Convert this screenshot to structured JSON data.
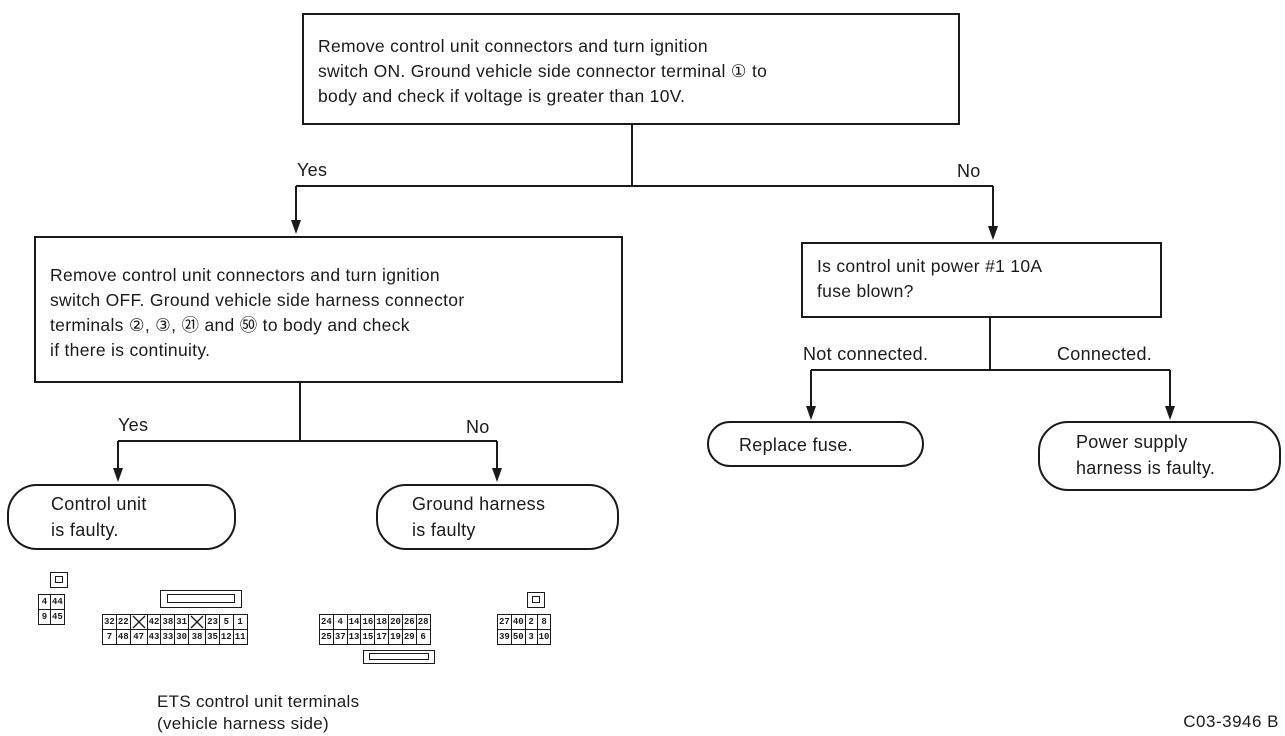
{
  "top_box": {
    "lines": [
      "Remove control unit connectors and turn ignition",
      "switch ON. Ground vehicle side connector terminal ① to",
      "body and check if voltage is greater than 10V."
    ]
  },
  "branch_top": {
    "yes": "Yes",
    "no": "No"
  },
  "left_box": {
    "lines": [
      "Remove control unit connectors and turn ignition",
      "switch OFF. Ground vehicle side harness connector",
      "terminals ②, ③, ㉑ and ㊿ to body and check",
      "if there is continuity."
    ]
  },
  "branch_left": {
    "yes": "Yes",
    "no": "No"
  },
  "right_box": {
    "lines": [
      "Is control unit power #1 10A",
      "fuse blown?"
    ]
  },
  "branch_right": {
    "not_connected": "Not connected.",
    "connected": "Connected."
  },
  "results": {
    "control_unit": [
      "Control unit",
      "is faulty."
    ],
    "ground_harness": [
      "Ground harness",
      "is faulty"
    ],
    "replace_fuse": [
      "Replace fuse."
    ],
    "power_supply": [
      "Power supply",
      "harness is faulty."
    ]
  },
  "connectors": {
    "c1": [
      [
        "4",
        "44"
      ],
      [
        "9",
        "45"
      ]
    ],
    "c2": [
      [
        "32",
        "22",
        "",
        "42",
        "38",
        "31",
        "",
        "23",
        "5",
        "1"
      ],
      [
        "7",
        "48",
        "47",
        "43",
        "33",
        "30",
        "38",
        "35",
        "12",
        "11"
      ]
    ],
    "c3": [
      [
        "24",
        "4",
        "14",
        "16",
        "18",
        "20",
        "26",
        "28"
      ],
      [
        "25",
        "37",
        "13",
        "15",
        "17",
        "19",
        "29",
        "6"
      ]
    ],
    "c4": [
      [
        "27",
        "40",
        "2",
        "8"
      ],
      [
        "39",
        "50",
        "3",
        "10"
      ]
    ]
  },
  "caption": [
    "ETS control unit terminals",
    "(vehicle harness side)"
  ],
  "figure_code": "C03-3946 B"
}
